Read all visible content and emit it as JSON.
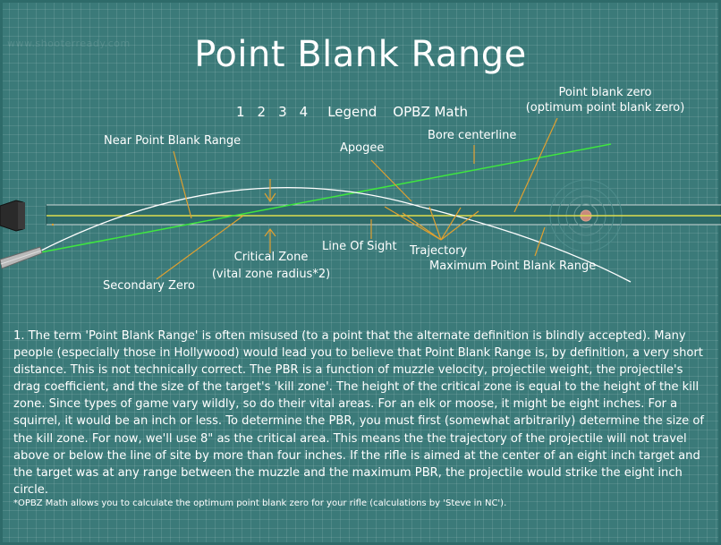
{
  "watermark": "www.shooterready.com",
  "title": "Point Blank Range",
  "nav": [
    "1",
    "2",
    "3",
    "4",
    "Legend",
    "OPBZ Math"
  ],
  "labels": {
    "point_blank_zero": "Point blank zero",
    "point_blank_zero_sub": "(optimum point blank zero)",
    "near_pbr": "Near Point Blank Range",
    "apogee": "Apogee",
    "bore_centerline": "Bore centerline",
    "critical_zone": "Critical Zone",
    "critical_zone_sub": "(vital zone radius*2)",
    "line_of_sight": "Line Of Sight",
    "trajectory": "Trajectory",
    "max_pbr": "Maximum Point Blank Range",
    "secondary_zero": "Secondary Zero"
  },
  "colors": {
    "background": "#3b7a79",
    "bore_line": "#3fe63f",
    "sight_line": "#dede4e",
    "zone": "#2e6b6a",
    "callout": "#e0a030",
    "trajectory": "#ffffff"
  },
  "paragraph": "1. The term 'Point Blank Range' is often misused (to a point that the alternate definition is blindly accepted). Many people (especially those in Hollywood) would lead you to believe that Point Blank Range is, by definition, a very short distance. This is not technically correct. The PBR is a function of muzzle velocity, projectile weight, the projectile's drag coefficient, and the size of the target's 'kill zone'. The height of the critical zone is equal to the height of the kill zone. Since types of game vary wildly, so do their vital areas. For an elk or moose, it might be eight inches. For a squirrel, it would be an inch or less. To determine the PBR, you must first (somewhat arbitrarily) determine the size of the kill zone. For now, we'll use 8\" as the critical area. This means the the trajectory of the projectile will not travel above or below the line of site by more than four inches. If the rifle is aimed at the center of an eight inch target and the target was at any range between the muzzle and the maximum PBR, the projectile would strike the eight inch circle.",
  "footnote": "*OPBZ Math allows you to calculate the optimum point blank zero for your rifle (calculations by 'Steve in NC')."
}
